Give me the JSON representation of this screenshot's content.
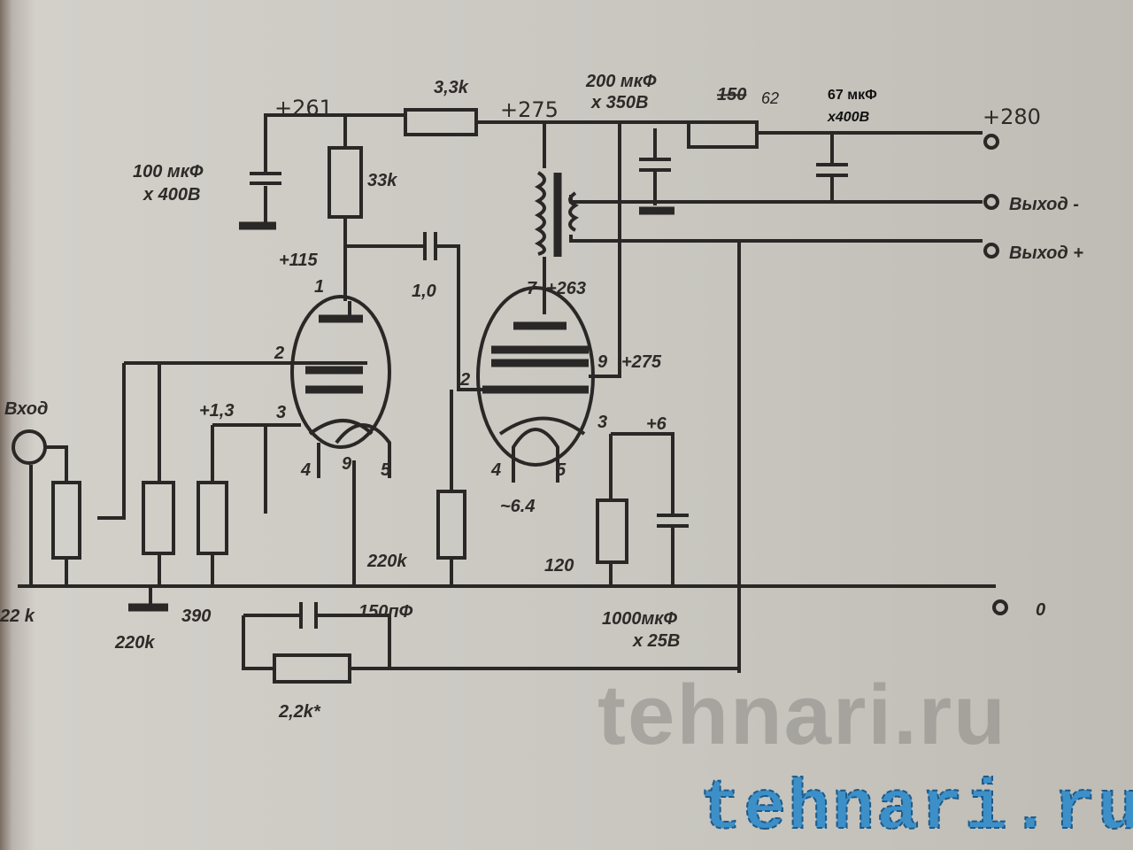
{
  "labels": {
    "v261": "+261",
    "r33k_top": "3,3k",
    "v275": "+275",
    "c200": "200 мкФ",
    "c200v": "x 350В",
    "r62_old": "150",
    "r62": "62",
    "c67": "67 мкФ",
    "c67v": "x400В",
    "v280": "+280",
    "c100": "100 мкФ",
    "c100v": "x 400В",
    "r33k": "33k",
    "v115": "+115",
    "c10": "1,0",
    "pin1": "1",
    "pin2a": "2",
    "pin3a": "3",
    "pin4a": "4",
    "pin9a": "9",
    "pin5a": "5",
    "v263": "+263",
    "pin7": "7",
    "pin9b": "9",
    "v275b": "+275",
    "pin2b": "2",
    "pin3b": "3",
    "v6": "+6",
    "pin4b": "4",
    "pin5b": "5",
    "heater": "~6.4",
    "vin": "Вход",
    "v13": "+1,3",
    "r22k": "22 k",
    "r220k_a": "220k",
    "r390": "390",
    "r220k_b": "220k",
    "c150": "150пФ",
    "r120": "120",
    "c1000": "1000мкФ",
    "c1000v": "x 25В",
    "r22": "2,2k*",
    "out_minus": "Выход -",
    "out_plus": "Выход +",
    "gnd": "0"
  },
  "watermark": {
    "gray": "tehnari.ru",
    "blue": "tehnari.ru"
  }
}
